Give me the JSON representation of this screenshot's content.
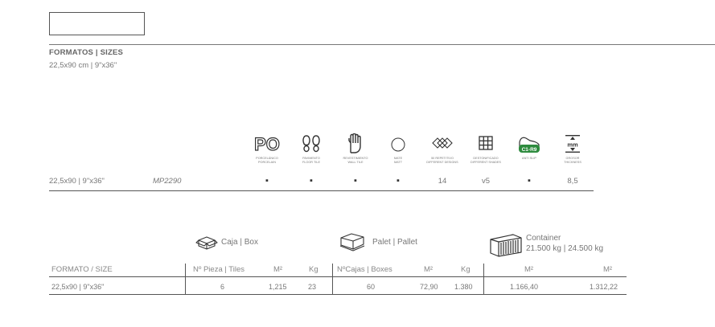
{
  "sizes": {
    "title": "FORMATOS | SIZES",
    "value": "22,5x90 cm | 9\"x36\""
  },
  "features": [
    {
      "icon": "porcelain-po-icon",
      "line1": "PORCELÁNICO",
      "line2": "PORCELAIN",
      "value": "▪"
    },
    {
      "icon": "floor-tile-footprints-icon",
      "line1": "PAVIMENTO",
      "line2": "FLOOR TILE",
      "value": "▪"
    },
    {
      "icon": "wall-tile-hand-icon",
      "line1": "REVESTIMIENTO",
      "line2": "WALL TILE",
      "value": "▪"
    },
    {
      "icon": "matt-circle-icon",
      "line1": "MATE",
      "line2": "MATT",
      "value": "▪"
    },
    {
      "icon": "different-designs-icon",
      "line1": "50 REPETITIVO",
      "line2": "DIFFERENT DESIGNS",
      "value": "14"
    },
    {
      "icon": "different-shades-grid-icon",
      "line1": "DESTONIFICADO",
      "line2": "DIFFERENT SHADES",
      "value": "v5"
    },
    {
      "icon": "anti-slip-shoe-icon",
      "line1": "ANTI SLIP",
      "line2": "",
      "badge": "C1-R9",
      "value": "▪"
    },
    {
      "icon": "thickness-mm-icon",
      "line1": "GROSOR",
      "line2": "THICKNESS",
      "unit": "mm",
      "value": "8,5"
    }
  ],
  "feature_row": {
    "size": "22,5x90 | 9\"x36\"",
    "code": "MP2290"
  },
  "packing": {
    "box_label": "Caja | Box",
    "pallet_label": "Palet | Pallet",
    "container_label": "Container",
    "container_sub": "21.500 kg  |  24.500 kg",
    "headers": {
      "format": "FORMATO / SIZE",
      "pieces": "Nº Pieza | Tiles",
      "m2": "M²",
      "kg": "Kg",
      "boxes": "NºCajas | Boxes",
      "m2_pallet": "M²",
      "kg_pallet": "Kg",
      "m2_c1": "M²",
      "m2_c2": "M²"
    },
    "row": {
      "format": "22,5x90 | 9\"x36\"",
      "pieces": "6",
      "m2": "1,215",
      "kg": "23",
      "boxes": "60",
      "m2_pallet": "72,90",
      "kg_pallet": "1.380",
      "m2_c1": "1.166,40",
      "m2_c2": "1.312,22"
    }
  },
  "colors": {
    "text": "#555555",
    "badge": "#2e8b3e"
  }
}
